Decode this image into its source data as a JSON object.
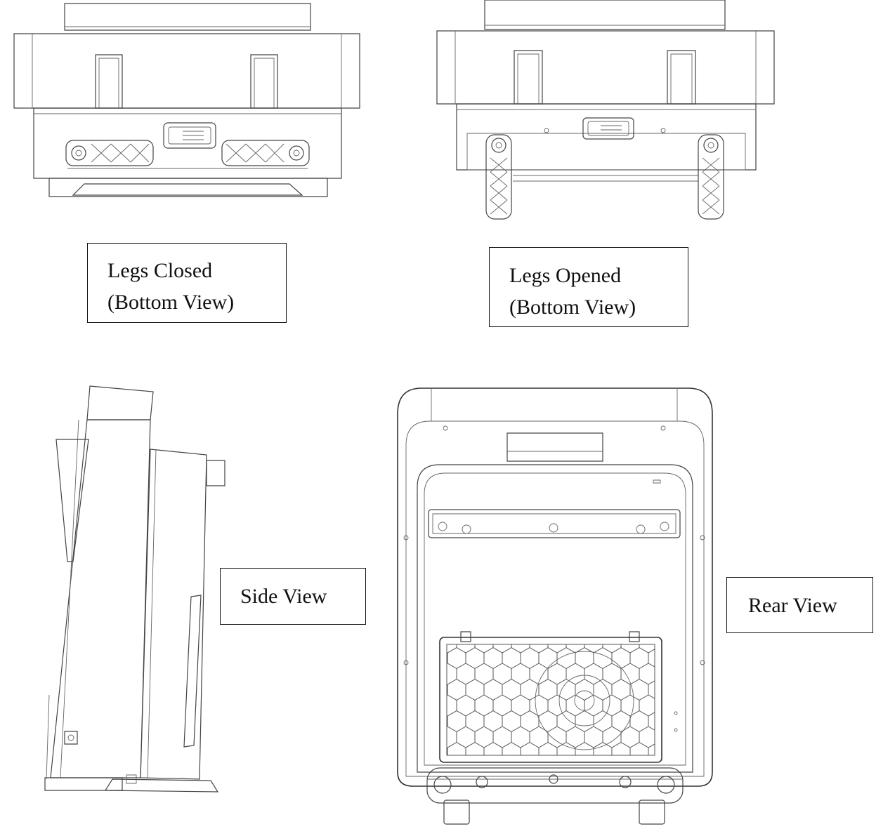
{
  "labels": {
    "legs_closed": {
      "line1": "Legs Closed",
      "line2": "(Bottom View)"
    },
    "legs_opened": {
      "line1": "Legs Opened",
      "line2": "(Bottom View)"
    },
    "side_view": "Side View",
    "rear_view": "Rear View"
  }
}
